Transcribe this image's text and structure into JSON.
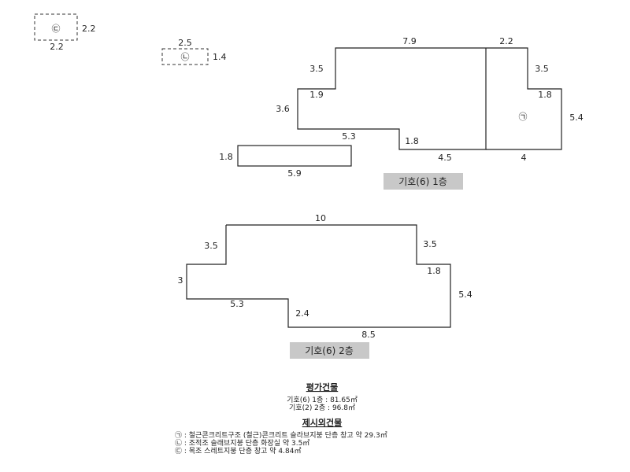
{
  "plan_floor1": {
    "caption": "기호(6) 1층",
    "dims": {
      "top_left": "7.9",
      "top_right": "2.2",
      "left_upper": "3.5",
      "left_step": "1.9",
      "left_mid": "3.6",
      "inner_bottom": "5.3",
      "inner_step": "1.8",
      "bottom_left": "4.5",
      "bottom_right": "4",
      "right_upper": "3.5",
      "right_step": "1.8",
      "right_side": "5.4"
    },
    "annex_marker": "㉠"
  },
  "detached_rect": {
    "side": "1.8",
    "bottom": "5.9"
  },
  "small_structures": [
    {
      "marker": "㉢",
      "width": "2.2",
      "height": "2.2"
    },
    {
      "marker": "㉡",
      "width": "2.5",
      "height": "1.4"
    }
  ],
  "plan_floor2": {
    "caption": "기호(6) 2층",
    "dims": {
      "top": "10",
      "left_upper": "3.5",
      "right_upper": "3.5",
      "left_side": "3",
      "right_step": "1.8",
      "right_side": "5.4",
      "inner_bottom": "5.3",
      "inner_step": "2.4",
      "bottom": "8.5"
    }
  },
  "valuation": {
    "title": "평가건물",
    "rows": [
      "기호(6) 1층 : 81.65㎡",
      "기호(2) 2층 : 96.8㎡"
    ]
  },
  "excluded": {
    "title": "제시외건물",
    "rows": [
      "㉠ : 철근콘크리트구조 (철근)콘크리트 슬라브지붕 단층 창고 약 29.3㎡",
      "㉡ : 조적조 슬래브지붕 단층 화장실 약 3.5㎡",
      "㉢ : 목조 스레트지붕 단층 창고 약 4.84㎡"
    ]
  }
}
